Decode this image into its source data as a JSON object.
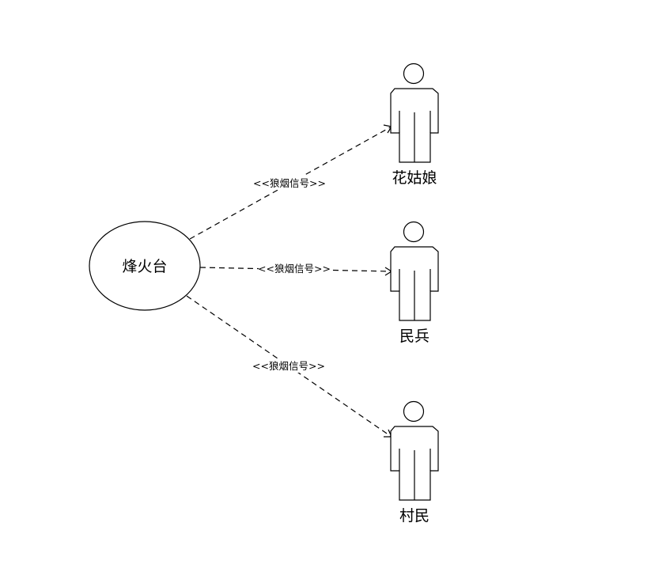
{
  "use_case": {
    "label": "烽火台"
  },
  "actors": [
    {
      "label": "花姑娘"
    },
    {
      "label": "民兵"
    },
    {
      "label": "村民"
    }
  ],
  "edges": [
    {
      "label": "<<狼烟信号>>"
    },
    {
      "label": "<<狼烟信号>>"
    },
    {
      "label": "<<狼烟信号>>"
    }
  ],
  "colors": {
    "stroke": "#000000",
    "background": "#ffffff"
  }
}
